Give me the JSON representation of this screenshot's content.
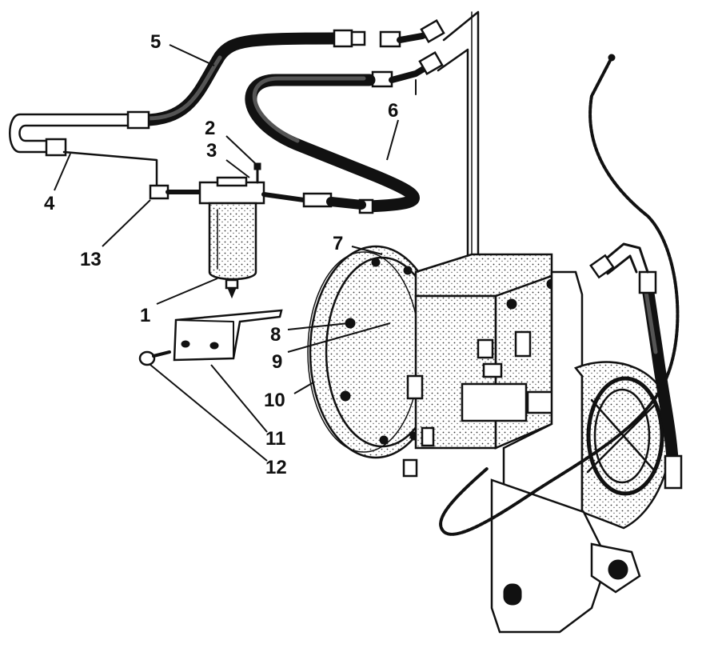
{
  "colors": {
    "ink": "#111111",
    "paper": "#ffffff"
  },
  "callouts": {
    "c1": "1",
    "c2": "2",
    "c3": "3",
    "c4": "4",
    "c5": "5",
    "c6": "6",
    "c7": "7",
    "c8": "8",
    "c9": "9",
    "c10": "10",
    "c11": "11",
    "c12": "12",
    "c13": "13"
  }
}
